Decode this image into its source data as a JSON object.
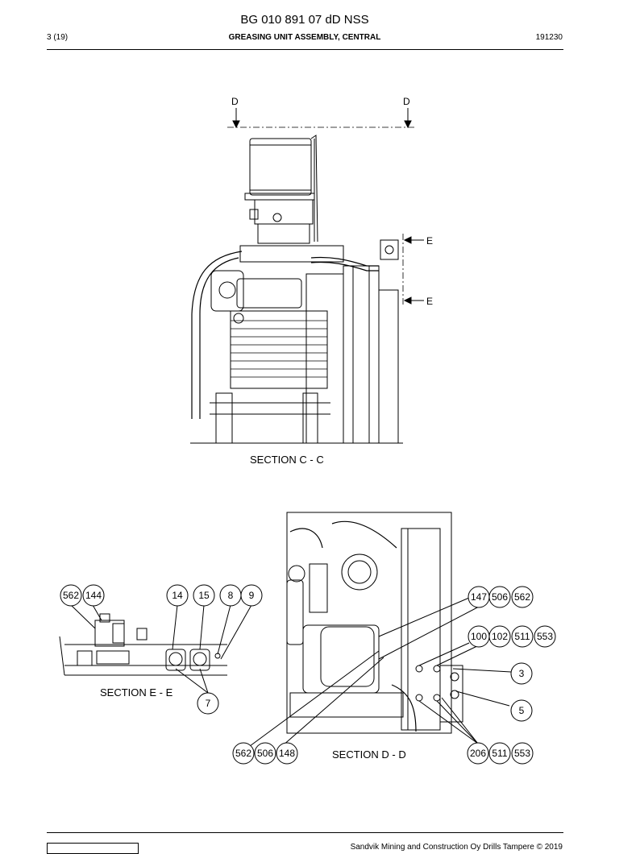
{
  "header": {
    "doc_id": "BG 010 891 07 dD NSS",
    "page": "3 (19)",
    "title": "GREASING UNIT ASSEMBLY, CENTRAL",
    "date": "191230"
  },
  "sections": {
    "cc": {
      "label": "SECTION C - C",
      "marker": "D",
      "side": "E"
    },
    "ee": {
      "label": "SECTION E - E"
    },
    "dd": {
      "label": "SECTION D - D"
    }
  },
  "callouts": {
    "c562a": "562",
    "c144": "144",
    "c14": "14",
    "c15": "15",
    "c8": "8",
    "c9": "9",
    "c7": "7",
    "c147": "147",
    "c506a": "506",
    "c562b": "562",
    "c100": "100",
    "c102": "102",
    "c511a": "511",
    "c553a": "553",
    "c3": "3",
    "c5": "5",
    "c562c": "562",
    "c506b": "506",
    "c148": "148",
    "c206": "206",
    "c511b": "511",
    "c553b": "553"
  },
  "footer": {
    "copyright": "Sandvik Mining and Construction Oy Drills Tampere © 2019"
  }
}
